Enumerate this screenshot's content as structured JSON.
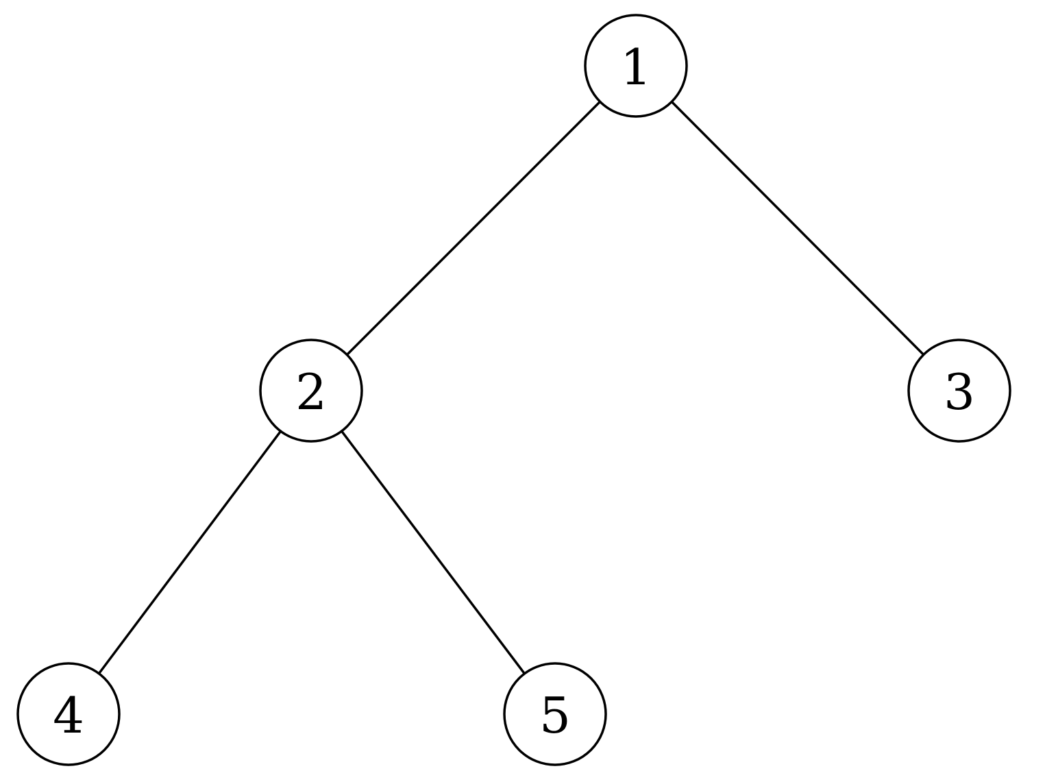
{
  "tree": {
    "nodes": [
      {
        "id": "n1",
        "label": "1"
      },
      {
        "id": "n2",
        "label": "2"
      },
      {
        "id": "n3",
        "label": "3"
      },
      {
        "id": "n4",
        "label": "4"
      },
      {
        "id": "n5",
        "label": "5"
      }
    ],
    "edges": [
      {
        "from": "n1",
        "to": "n2"
      },
      {
        "from": "n1",
        "to": "n3"
      },
      {
        "from": "n2",
        "to": "n4"
      },
      {
        "from": "n2",
        "to": "n5"
      }
    ]
  }
}
